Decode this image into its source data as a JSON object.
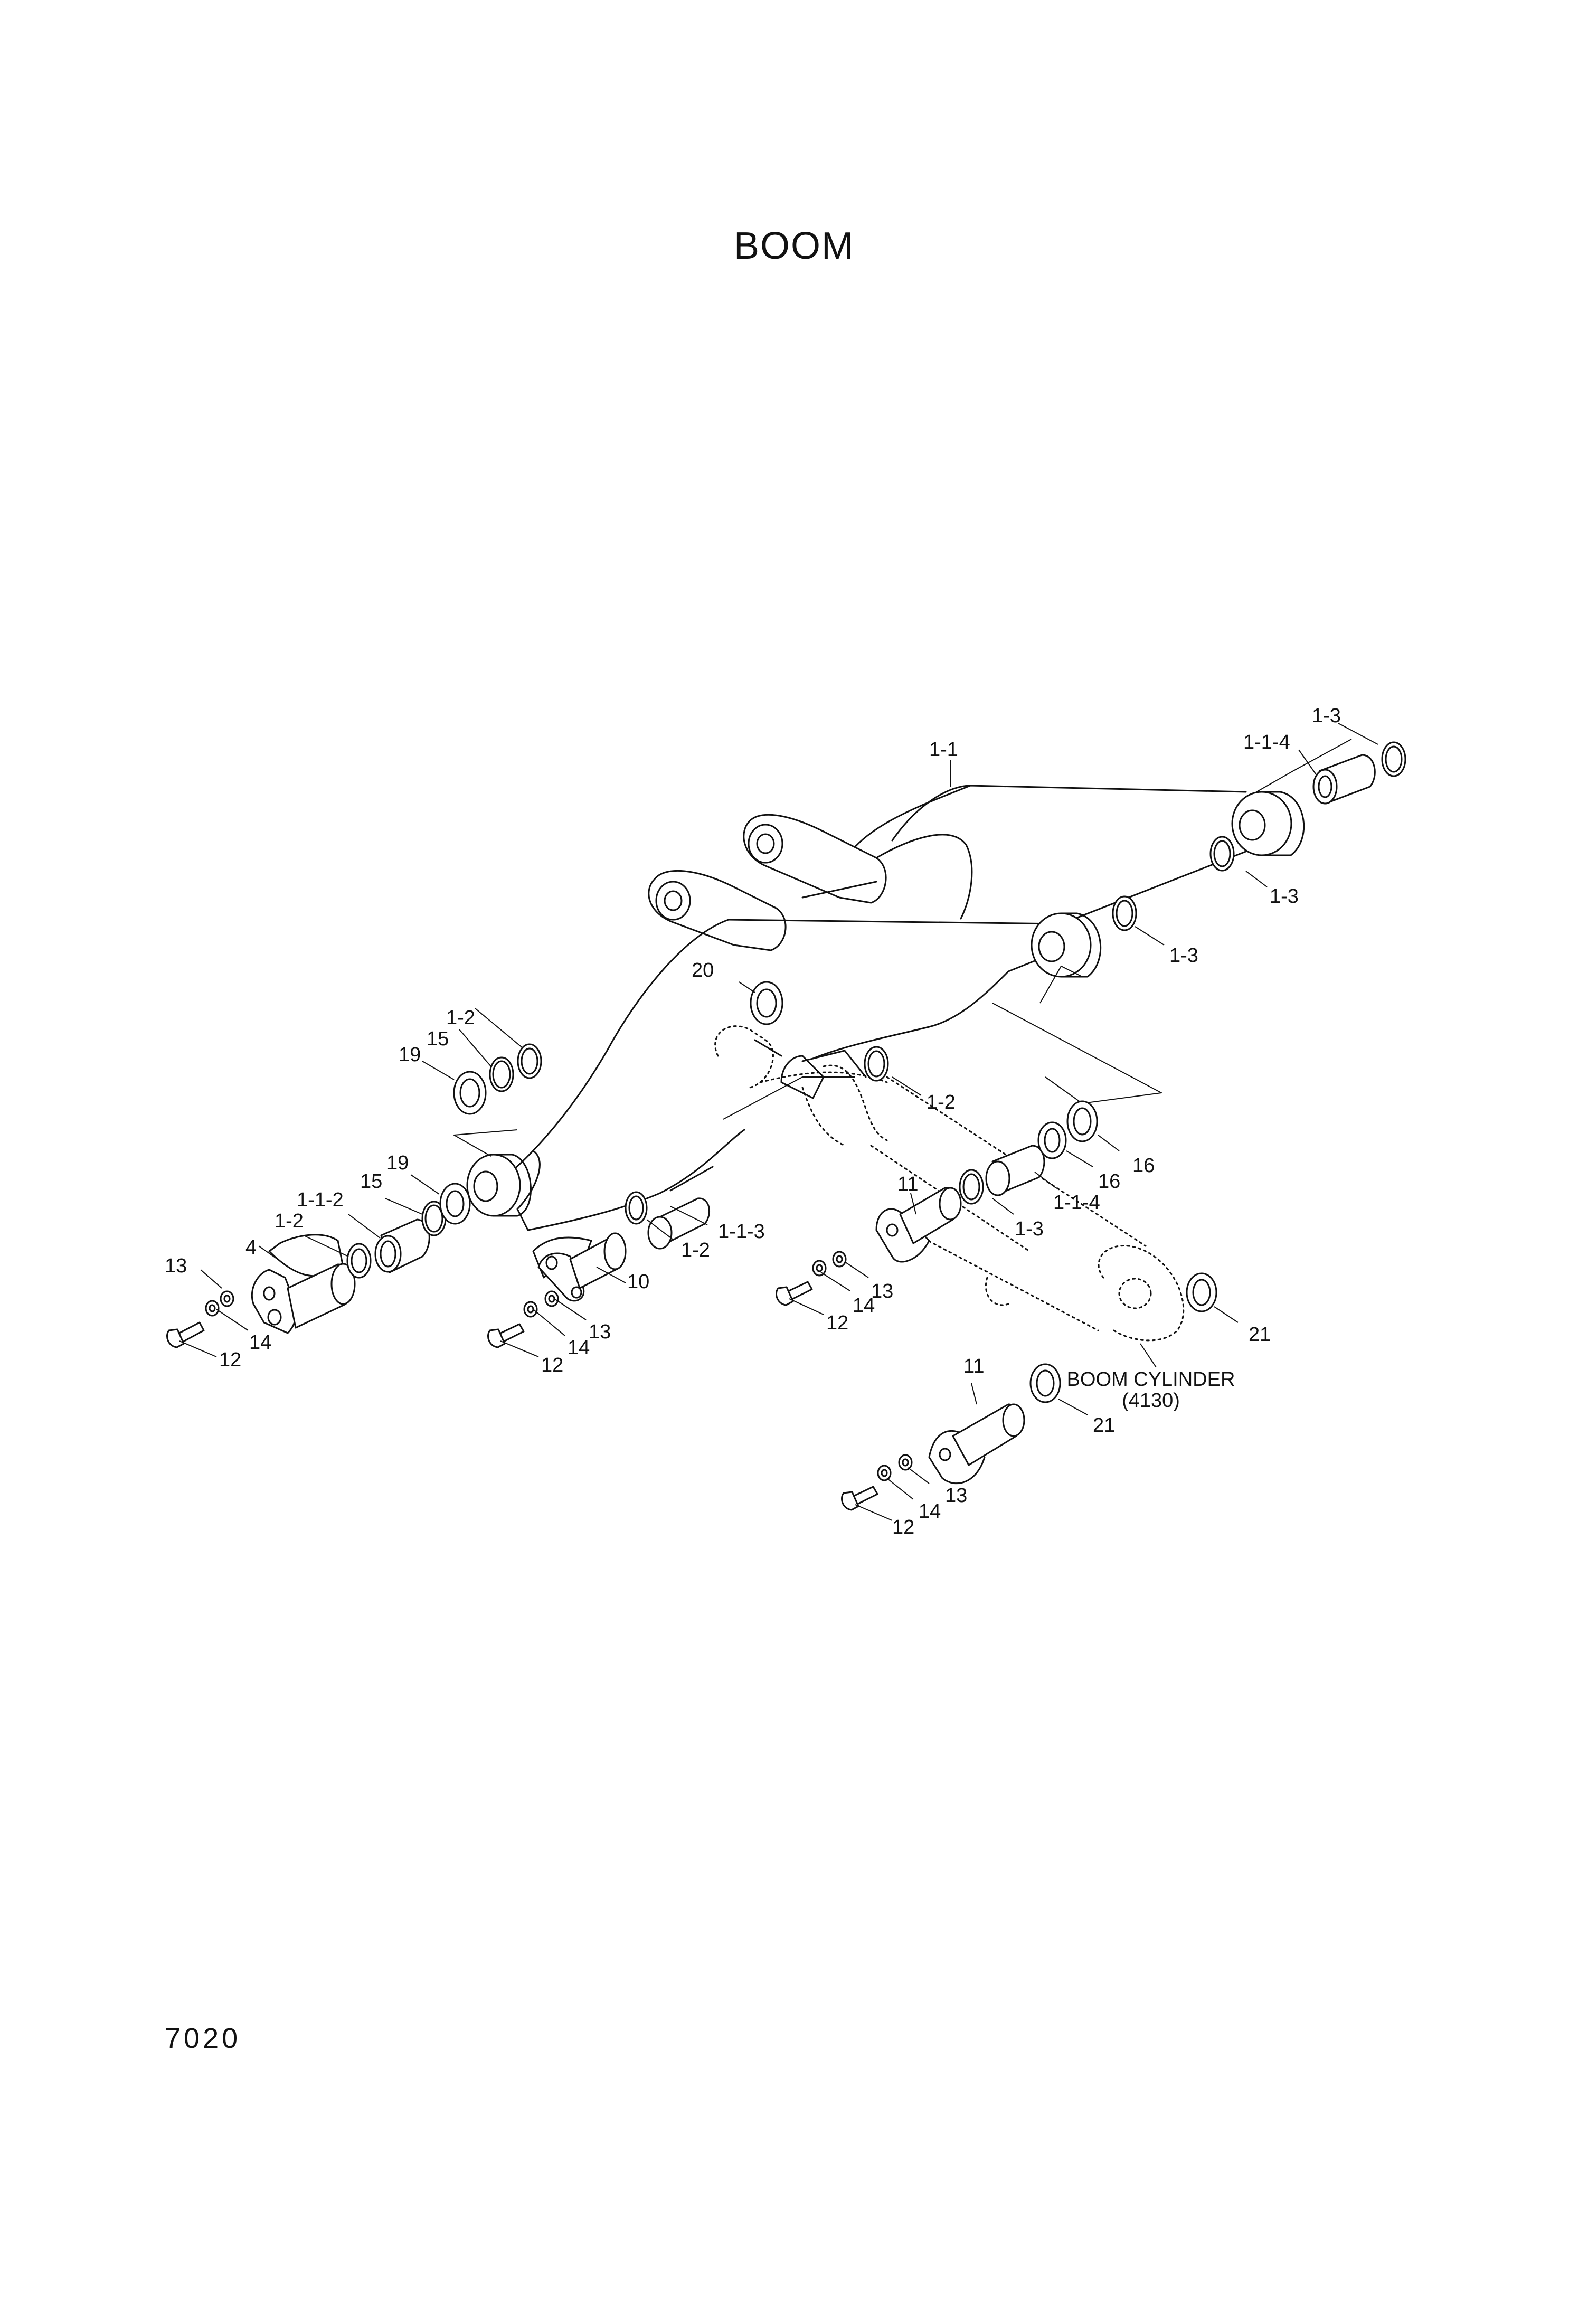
{
  "title": "BOOM",
  "page_number": "7020",
  "callouts": [
    {
      "id": "c-1-3-top",
      "label": "1-3"
    },
    {
      "id": "c-1-1",
      "label": "1-1"
    },
    {
      "id": "c-1-1-4-top",
      "label": "1-1-4"
    },
    {
      "id": "c-1-3-r1",
      "label": "1-3"
    },
    {
      "id": "c-1-3-r2",
      "label": "1-3"
    },
    {
      "id": "c-20",
      "label": "20"
    },
    {
      "id": "c-1-2-a",
      "label": "1-2"
    },
    {
      "id": "c-15-a",
      "label": "15"
    },
    {
      "id": "c-19-a",
      "label": "19"
    },
    {
      "id": "c-1-2-b",
      "label": "1-2"
    },
    {
      "id": "c-19-b",
      "label": "19"
    },
    {
      "id": "c-15-b",
      "label": "15"
    },
    {
      "id": "c-1-1-2",
      "label": "1-1-2"
    },
    {
      "id": "c-1-2-c",
      "label": "1-2"
    },
    {
      "id": "c-4",
      "label": "4"
    },
    {
      "id": "c-13-a",
      "label": "13"
    },
    {
      "id": "c-14-a",
      "label": "14"
    },
    {
      "id": "c-12-a",
      "label": "12"
    },
    {
      "id": "c-1-1-3",
      "label": "1-1-3"
    },
    {
      "id": "c-1-2-d",
      "label": "1-2"
    },
    {
      "id": "c-10",
      "label": "10"
    },
    {
      "id": "c-13-b",
      "label": "13"
    },
    {
      "id": "c-14-b",
      "label": "14"
    },
    {
      "id": "c-12-b",
      "label": "12"
    },
    {
      "id": "c-11-a",
      "label": "11"
    },
    {
      "id": "c-1-3-mid",
      "label": "1-3"
    },
    {
      "id": "c-1-1-4-mid",
      "label": "1-1-4"
    },
    {
      "id": "c-16-a",
      "label": "16"
    },
    {
      "id": "c-16-b",
      "label": "16"
    },
    {
      "id": "c-13-c",
      "label": "13"
    },
    {
      "id": "c-14-c",
      "label": "14"
    },
    {
      "id": "c-12-c",
      "label": "12"
    },
    {
      "id": "c-21-a",
      "label": "21"
    },
    {
      "id": "c-11-b",
      "label": "11"
    },
    {
      "id": "c-21-b",
      "label": "21"
    },
    {
      "id": "c-13-d",
      "label": "13"
    },
    {
      "id": "c-14-d",
      "label": "14"
    },
    {
      "id": "c-12-d",
      "label": "12"
    }
  ],
  "boom_cylinder_label": {
    "name": "BOOM CYLINDER",
    "ref": "(4130)"
  }
}
